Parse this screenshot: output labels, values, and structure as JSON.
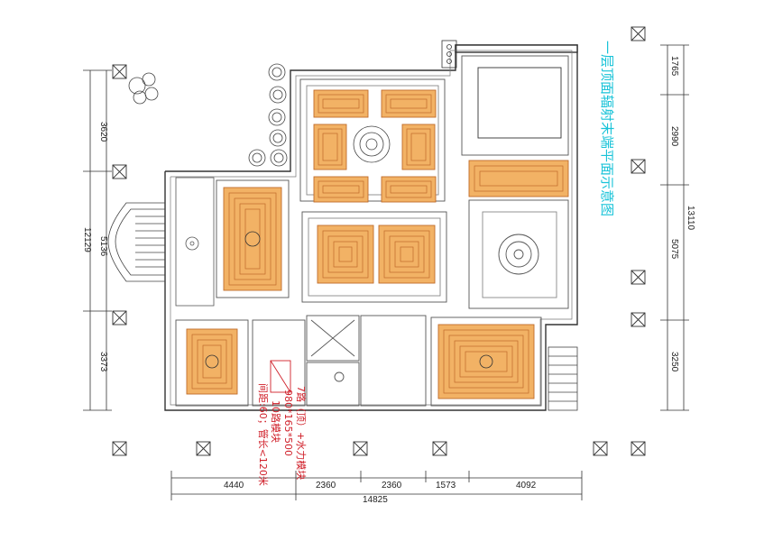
{
  "title": "一层顶面辐射末端平面示意图",
  "dimensions": {
    "left": [
      "3620",
      "12129",
      "5136",
      "3373"
    ],
    "right": [
      "1765",
      "2990",
      "13110",
      "5075",
      "3250"
    ],
    "bottom": [
      "4440",
      "2360",
      "2360",
      "1573",
      "4092",
      "14825"
    ]
  },
  "notes": {
    "line1": "7路（顶）+水力模块",
    "line2": "980*165*500",
    "line3": "10路模块",
    "line4": "间距:60；管长<120米"
  }
}
